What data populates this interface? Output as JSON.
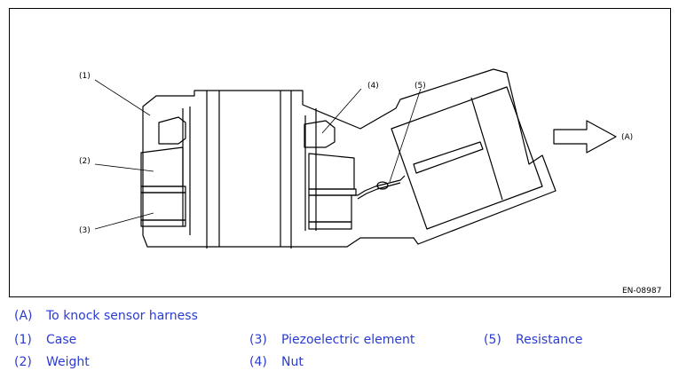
{
  "figure": {
    "callouts": {
      "c1": "(1)",
      "c2": "(2)",
      "c3": "(3)",
      "c4": "(4)",
      "c5": "(5)",
      "cA": "(A)"
    },
    "figure_code": "EN-08987"
  },
  "legend": {
    "a": {
      "key": "(A)",
      "text": "To knock sensor harness"
    },
    "i1": {
      "key": "(1)",
      "text": "Case"
    },
    "i2": {
      "key": "(2)",
      "text": "Weight"
    },
    "i3": {
      "key": "(3)",
      "text": "Piezoelectric element"
    },
    "i4": {
      "key": "(4)",
      "text": "Nut"
    },
    "i5": {
      "key": "(5)",
      "text": "Resistance"
    }
  },
  "colors": {
    "legend_text": "#2a3bd1",
    "line": "#000000",
    "frame": "#000000"
  }
}
